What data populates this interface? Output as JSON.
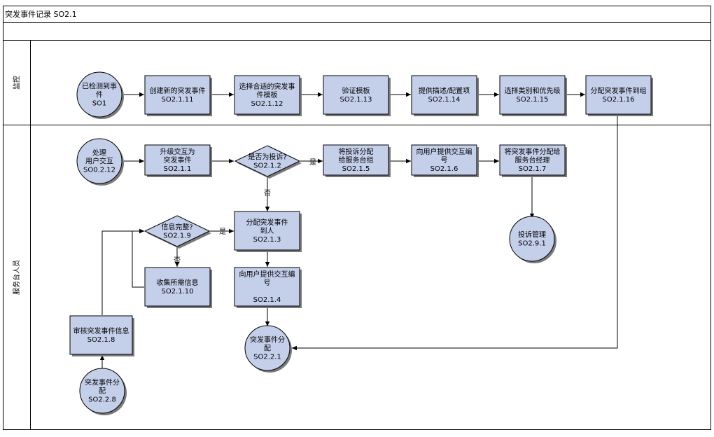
{
  "diagram": {
    "title": "突发事件记录 SO2.1",
    "lanes": [
      {
        "id": "lane-monitor",
        "label": "监控"
      },
      {
        "id": "lane-servicedesk",
        "label": "服务台人员"
      }
    ],
    "nodes": [
      {
        "id": "n-so1",
        "shape": "circle",
        "lines": [
          "已检测到事",
          "件",
          "SO1"
        ]
      },
      {
        "id": "n-2-1-11",
        "shape": "rect",
        "lines": [
          "创建新的突发事件",
          "SO2.1.11"
        ]
      },
      {
        "id": "n-2-1-12",
        "shape": "rect",
        "lines": [
          "选择合适的突发事",
          "件模板",
          "SO2.1.12"
        ]
      },
      {
        "id": "n-2-1-13",
        "shape": "rect",
        "lines": [
          "验证模板",
          "SO2.1.13"
        ]
      },
      {
        "id": "n-2-1-14",
        "shape": "rect",
        "lines": [
          "提供描述/配置项",
          "SO2.1.14"
        ]
      },
      {
        "id": "n-2-1-15",
        "shape": "rect",
        "lines": [
          "选择类别和优先级",
          "SO2.1.15"
        ]
      },
      {
        "id": "n-2-1-16",
        "shape": "rect",
        "lines": [
          "分配突发事件到组",
          "SO2.1.16"
        ]
      },
      {
        "id": "n-0-2-12",
        "shape": "circle",
        "lines": [
          "处理",
          "用户交互",
          "SO0.2.12"
        ]
      },
      {
        "id": "n-2-1-1",
        "shape": "rect",
        "lines": [
          "升级交互为",
          "突发事件",
          "SO2.1.1"
        ]
      },
      {
        "id": "n-2-1-2",
        "shape": "diamond",
        "lines": [
          "是否为投诉?",
          "SO2.1.2"
        ]
      },
      {
        "id": "n-2-1-5",
        "shape": "rect",
        "lines": [
          "将投诉分配",
          "给服务台组",
          "SO2.1.5"
        ]
      },
      {
        "id": "n-2-1-6",
        "shape": "rect",
        "lines": [
          "向用户提供交互编",
          "号",
          "SO2.1.6"
        ]
      },
      {
        "id": "n-2-1-7",
        "shape": "rect",
        "lines": [
          "将突发事件分配给",
          "服务台经理",
          "SO2.1.7"
        ]
      },
      {
        "id": "n-2-9-1",
        "shape": "circle",
        "lines": [
          "投诉管理",
          "SO2.9.1"
        ]
      },
      {
        "id": "n-2-1-9",
        "shape": "diamond",
        "lines": [
          "信息完整?",
          "SO2.1.9"
        ]
      },
      {
        "id": "n-2-1-3",
        "shape": "rect",
        "lines": [
          "分配突发事件",
          "到人",
          "SO2.1.3"
        ]
      },
      {
        "id": "n-2-1-10",
        "shape": "rect",
        "lines": [
          "收集所需信息",
          "SO2.1.10"
        ]
      },
      {
        "id": "n-2-1-4",
        "shape": "rect",
        "lines": [
          "向用户提供交互编",
          "号",
          "",
          "SO2.1.4"
        ]
      },
      {
        "id": "n-2-1-8",
        "shape": "rect",
        "lines": [
          "审核突发事件信息",
          "SO2.1.8"
        ]
      },
      {
        "id": "n-2-2-1",
        "shape": "circle",
        "lines": [
          "突发事件分",
          "配",
          "SO2.2.1"
        ]
      },
      {
        "id": "n-2-2-8",
        "shape": "circle",
        "lines": [
          "突发事件分",
          "配",
          "SO2.2.8"
        ]
      }
    ],
    "edge_labels": {
      "yes_complaint": "是",
      "no_complaint": "否",
      "yes_complete": "是",
      "no_complete": "否"
    }
  }
}
